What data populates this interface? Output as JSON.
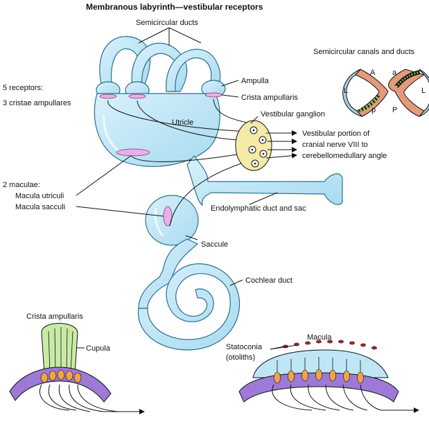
{
  "title": "Membranous labyrinth—vestibular receptors",
  "labels": {
    "semicircular_ducts": "Semicircular ducts",
    "semicircular_canals_and_ducts": "Semicircular canals and ducts",
    "receptors_count": "5 receptors:",
    "cristae": "3 cristae ampullares",
    "ampulla": "Ampulla",
    "crista_ampullaris": "Crista ampullaris",
    "utricle": "Utricle",
    "vestibular_ganglion": "Vestibular ganglion",
    "nerve_line1": "Vestibular portion of",
    "nerve_line2": "cranial nerve VIII to",
    "nerve_line3": "cerebellomedullary angle",
    "maculae": "2 maculae:",
    "macula_utriculi": "Macula utriculi",
    "macula_sacculi": "Macula sacculi",
    "endolymphatic": "Endolymphatic duct and sac",
    "saccule": "Saccule",
    "cochlear_duct": "Cochlear duct",
    "crista_inset_title": "Crista ampullaris",
    "cupula": "Cupula",
    "macula_inset_title": "Macula",
    "statoconia_line1": "Statoconia",
    "statoconia_line2": "(otoliths)"
  },
  "canal_letters": {
    "left_A": "A",
    "left_L": "L",
    "left_p": "p",
    "right_a": "a",
    "right_L": "L",
    "right_P": "P"
  },
  "colors": {
    "membrane_fill": "#bfe6f5",
    "membrane_stroke": "#2a6f8f",
    "receptor": "#e8b0e6",
    "ganglion": "#f6eaa8",
    "cupula": "#c9eaa6",
    "hair_cell": "#f2a24a",
    "support_cell": "#9c7ad6",
    "statoconia": "#8a2b2b",
    "canal_orange": "#e59a7a",
    "canal_blue": "#a9cbe6",
    "canal_green": "#7ac44a"
  }
}
